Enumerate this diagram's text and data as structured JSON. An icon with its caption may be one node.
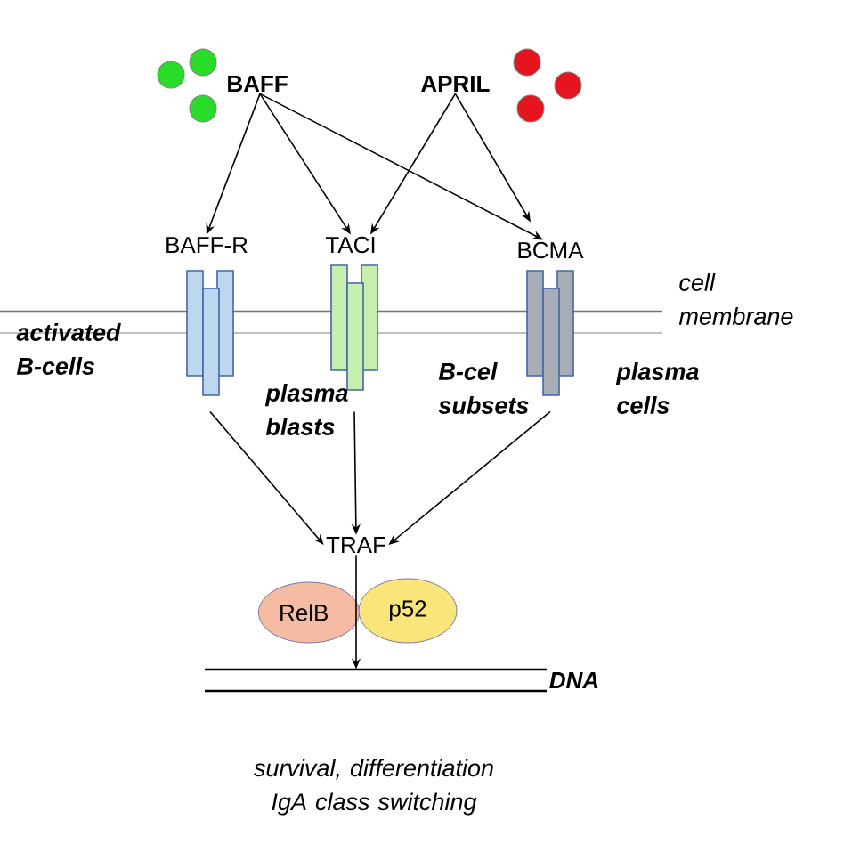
{
  "diagram": {
    "nodes": [
      {
        "text": [
          "BAFF"
        ]
      },
      {
        "text": [
          "APRIL"
        ]
      },
      {
        "text": [
          "BAFF-R"
        ]
      },
      {
        "text": [
          "TACI"
        ]
      },
      {
        "text": [
          "BCMA"
        ]
      },
      {
        "text": [
          "TRAF"
        ]
      },
      {
        "text": [
          "RelB"
        ]
      },
      {
        "text": [
          "p52"
        ]
      },
      {
        "text": [
          "DNA"
        ]
      }
    ],
    "edges": [
      {
        "from": 0,
        "to": 2,
        "arrow": "to"
      },
      {
        "from": 0,
        "to": 3,
        "arrow": "to"
      },
      {
        "from": 0,
        "to": 4,
        "arrow": "to"
      },
      {
        "from": 1,
        "to": 3,
        "arrow": "to"
      },
      {
        "from": 1,
        "to": 4,
        "arrow": "to"
      },
      {
        "from": 2,
        "to": 5,
        "arrow": "to"
      },
      {
        "from": 3,
        "to": 5,
        "arrow": "to"
      },
      {
        "from": 4,
        "to": 5,
        "arrow": "to"
      },
      {
        "from": 5,
        "to": 8,
        "arrow": "to"
      }
    ],
    "labels": [
      "cell membrane",
      "activated B-cells",
      "plasma blasts",
      "B-cel subsets",
      "plasma cells",
      "survival, differentiation IgA class switching"
    ]
  }
}
